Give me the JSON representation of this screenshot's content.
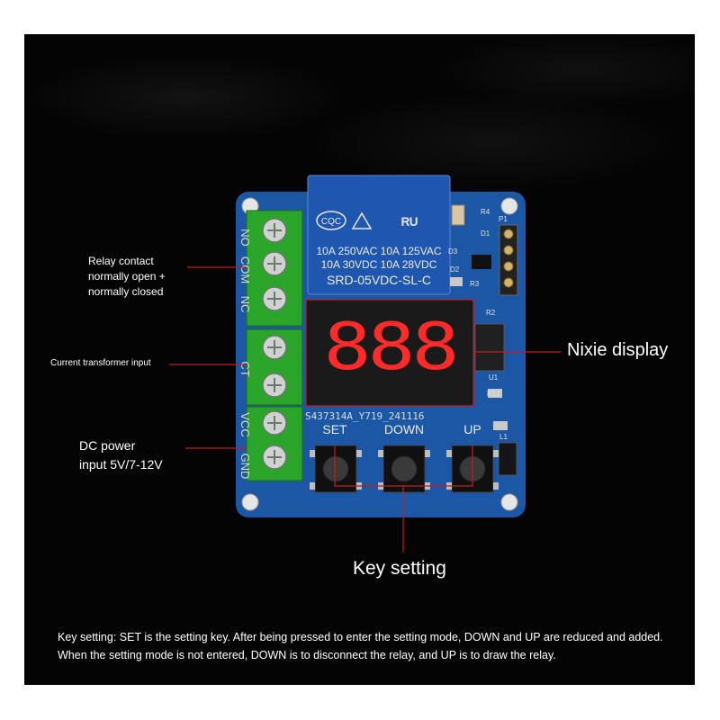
{
  "callouts": {
    "relay_contact": "Relay contact\nnormally open +\nnormally closed",
    "current_transformer": "Current transformer input",
    "dc_power": "DC power\ninput 5V/7-12V",
    "nixie_display": "Nixie display",
    "key_setting": "Key setting"
  },
  "caption": "Key setting: SET is the setting key. After being pressed to enter the setting mode, DOWN and UP are reduced and added. When the setting mode is not entered, DOWN is to disconnect the relay, and UP is to draw the relay.",
  "board": {
    "terminal_labels": [
      "NO",
      "COM",
      "NC",
      "CT",
      "VCC",
      "GND"
    ],
    "relay_cert": "CQC",
    "relay_lines": [
      "10A 250VAC  10A 125VAC",
      "10A  30VDC  10A  28VDC",
      "SRD-05VDC-SL-C"
    ],
    "display_part": "S437314A_Y719_241116",
    "display_digits": "888",
    "buttons": [
      "SET",
      "DOWN",
      "UP"
    ],
    "components": [
      "D3",
      "D1",
      "R4",
      "P1",
      "D2",
      "R3",
      "R2",
      "R12",
      "U1",
      "L1"
    ]
  },
  "colors": {
    "background": "#040404",
    "board": "#1c57a6",
    "terminal": "#2aa52a",
    "relay": "#1f56b0",
    "segment": "#ff2a2a",
    "callout_line": "#c21d1d"
  }
}
